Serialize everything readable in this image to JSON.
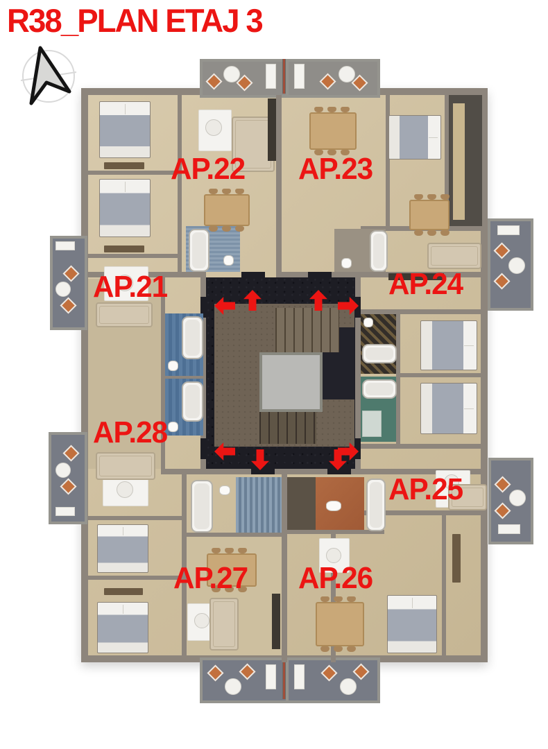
{
  "title": "R38_PLAN ETAJ 3",
  "compass": {
    "type": "north-arrow"
  },
  "apartments": [
    {
      "id": "ap21",
      "label": "AP.21"
    },
    {
      "id": "ap22",
      "label": "AP.22"
    },
    {
      "id": "ap23",
      "label": "AP.23"
    },
    {
      "id": "ap24",
      "label": "AP.24"
    },
    {
      "id": "ap25",
      "label": "AP.25"
    },
    {
      "id": "ap26",
      "label": "AP.26"
    },
    {
      "id": "ap27",
      "label": "AP.27"
    },
    {
      "id": "ap28",
      "label": "AP.28"
    }
  ],
  "corridor_arrows": [
    {
      "direction": "left"
    },
    {
      "direction": "up"
    },
    {
      "direction": "up"
    },
    {
      "direction": "right"
    },
    {
      "direction": "left"
    },
    {
      "direction": "down"
    },
    {
      "direction": "down"
    },
    {
      "direction": "right"
    }
  ],
  "colors": {
    "accent_red": "#EC1513",
    "wall": "#8D857C",
    "floor": "#D3C4A5",
    "corridor": "#1D1D24",
    "stone": "#6F6355",
    "balcony": "#777B85",
    "elevator": "#B9B9B6",
    "blue_bath": "#5B7DA1",
    "green_bath": "#4E7A6D",
    "orange_bath": "#A05A36"
  }
}
